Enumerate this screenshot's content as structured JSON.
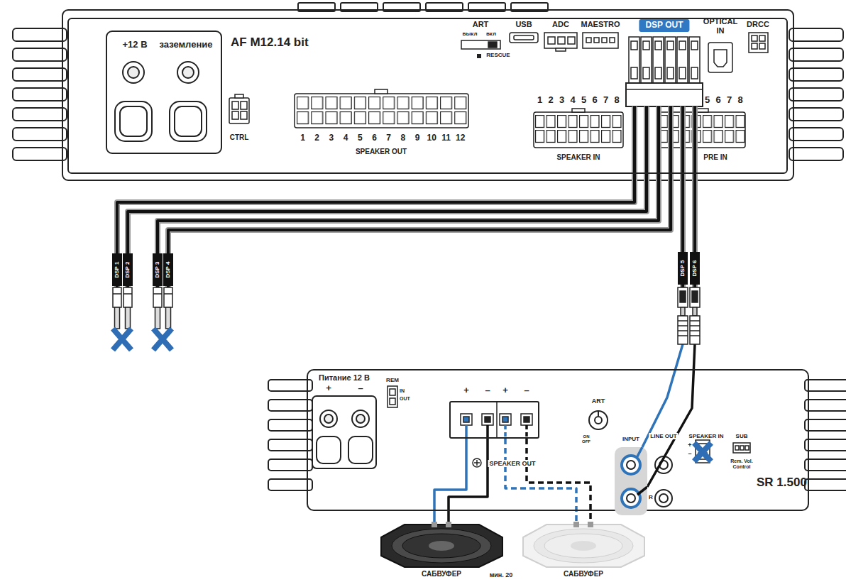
{
  "diagram": {
    "nodes": [
      {
        "text": [
          "AF M12.14 bit"
        ]
      },
      {
        "text": [
          "DSP OUT"
        ],
        "in": 0
      },
      {
        "text": [
          "SR 1.500"
        ]
      },
      {
        "text": [
          "SPEAKER OUT"
        ],
        "in": 2
      },
      {
        "text": [
          "INPUT"
        ],
        "in": 2
      },
      {
        "text": [
          "САБВУФЕР"
        ]
      },
      {
        "text": [
          "САБВУФЕР"
        ]
      }
    ],
    "edges": [
      {
        "from": 1,
        "to": 4,
        "label": "DSP 5",
        "arrow": "none"
      },
      {
        "from": 1,
        "to": 4,
        "label": "DSP 6",
        "arrow": "none"
      },
      {
        "from": 3,
        "to": 5,
        "arrow": "none"
      },
      {
        "from": 3,
        "to": 6,
        "arrow": "none"
      }
    ],
    "labels": [
      "+12 В",
      "заземление",
      "CTRL",
      "1",
      "2",
      "3",
      "4",
      "5",
      "6",
      "7",
      "8",
      "9",
      "10",
      "11",
      "12",
      "SPEAKER OUT",
      "ART",
      "выкл",
      "вкл",
      "RESCUE",
      "USB",
      "ADC",
      "MAESTRO",
      "OPTICAL IN",
      "DRCC",
      "1",
      "2",
      "3",
      "4",
      "5",
      "6",
      "7",
      "8",
      "SPEAKER IN",
      "5",
      "6",
      "7",
      "8",
      "PRE IN",
      "DSP 1",
      "DSP 2",
      "DSP 3",
      "DSP 4",
      "Питание 12 В",
      "+",
      "–",
      "REM",
      "IN",
      "OUT",
      "+",
      "–",
      "+",
      "–",
      "ART",
      "ON",
      "OFF",
      "LINE OUT",
      "R",
      "SPEAKER IN",
      "+",
      "–",
      "SUB",
      "Rem. Vol. Control",
      "мин. 20"
    ]
  }
}
